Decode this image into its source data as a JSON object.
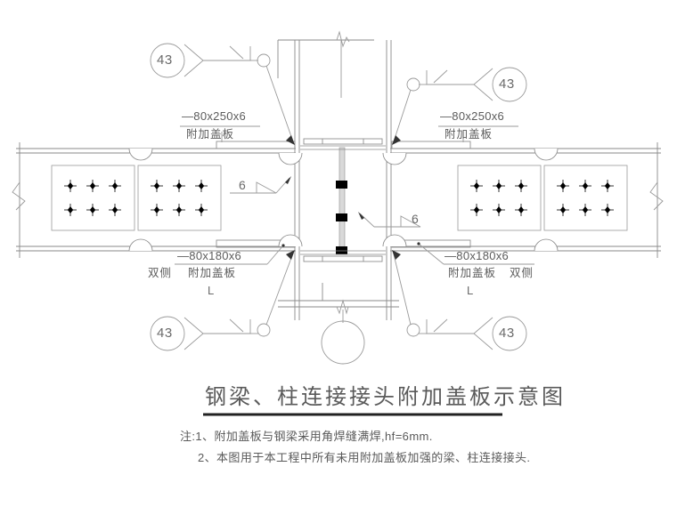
{
  "drawing": {
    "title": "钢梁、柱连接接头附加盖板示意图",
    "notes": [
      "注:1、附加盖板与钢梁采用角焊缝满焊,hf=6mm.",
      "2、本图用于本工程中所有未用附加盖板加强的梁、柱连接接头."
    ],
    "labels": {
      "top_left_plate_spec": "—80x250x6",
      "top_left_plate_name": "附加盖板",
      "top_right_plate_spec": "—80x250x6",
      "top_right_plate_name": "附加盖板",
      "bottom_left_plate_spec": "—80x180x6",
      "bottom_left_plate_name": "附加盖板",
      "bottom_right_plate_spec": "—80x180x6",
      "bottom_right_plate_name": "附加盖板",
      "bottom_left_side_note": "双侧",
      "bottom_right_side_note": "双侧",
      "bottom_left_ell": "L",
      "bottom_right_ell": "L"
    },
    "detail_bubbles": {
      "top_left": "43",
      "top_right": "43",
      "bottom_left": "43",
      "bottom_right": "43"
    },
    "weld_symbols": {
      "left_size": "6",
      "right_size": "6"
    },
    "colors": {
      "line": "#8a8a8a",
      "line_light": "#b5b5b5",
      "text": "#5a5a5a",
      "bolt": "#000000",
      "background": "#ffffff"
    }
  }
}
